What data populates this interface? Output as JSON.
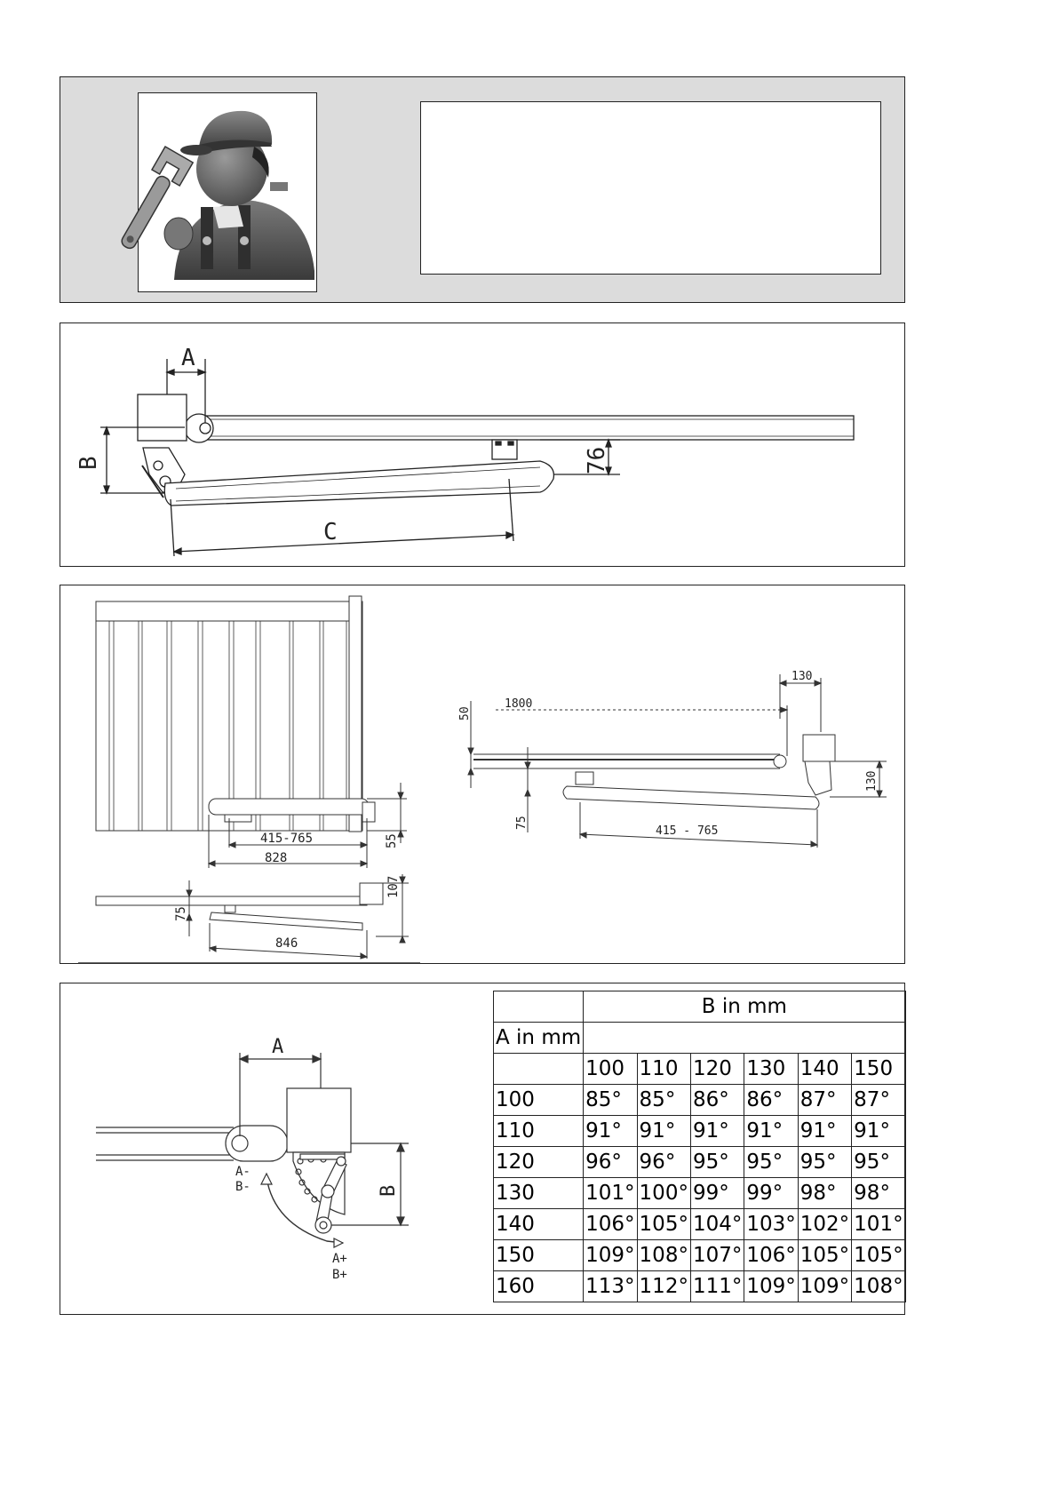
{
  "diagram1": {
    "label_A": "A",
    "label_B": "B",
    "label_C": "C",
    "dim_76": "76"
  },
  "diagram2": {
    "dim_415_765_a": "415-765",
    "dim_828": "828",
    "dim_55": "55",
    "dim_107": "107",
    "dim_75_a": "75",
    "dim_846": "846",
    "dim_1800": "1800",
    "dim_50": "50",
    "dim_130_top": "130",
    "dim_130_side": "130",
    "dim_75_b": "75",
    "dim_415_765_b": "415 - 765"
  },
  "diagram3": {
    "label_A": "A",
    "label_B": "B",
    "label_minus": [
      "A-",
      "B-"
    ],
    "label_plus": [
      "A+",
      "B+"
    ]
  },
  "angle_table": {
    "header_B": "B in mm",
    "header_A": "A in mm",
    "b_values": [
      "100",
      "110",
      "120",
      "130",
      "140",
      "150"
    ],
    "rows": [
      {
        "a": "100",
        "angles": [
          "85°",
          "85°",
          "86°",
          "86°",
          "87°",
          "87°"
        ]
      },
      {
        "a": "110",
        "angles": [
          "91°",
          "91°",
          "91°",
          "91°",
          "91°",
          "91°"
        ]
      },
      {
        "a": "120",
        "angles": [
          "96°",
          "96°",
          "95°",
          "95°",
          "95°",
          "95°"
        ]
      },
      {
        "a": "130",
        "angles": [
          "101°",
          "100°",
          "99°",
          "99°",
          "98°",
          "98°"
        ]
      },
      {
        "a": "140",
        "angles": [
          "106°",
          "105°",
          "104°",
          "103°",
          "102°",
          "101°"
        ]
      },
      {
        "a": "150",
        "angles": [
          "109°",
          "108°",
          "107°",
          "106°",
          "105°",
          "105°"
        ]
      },
      {
        "a": "160",
        "angles": [
          "113°",
          "112°",
          "111°",
          "109°",
          "109°",
          "108°"
        ]
      }
    ]
  }
}
